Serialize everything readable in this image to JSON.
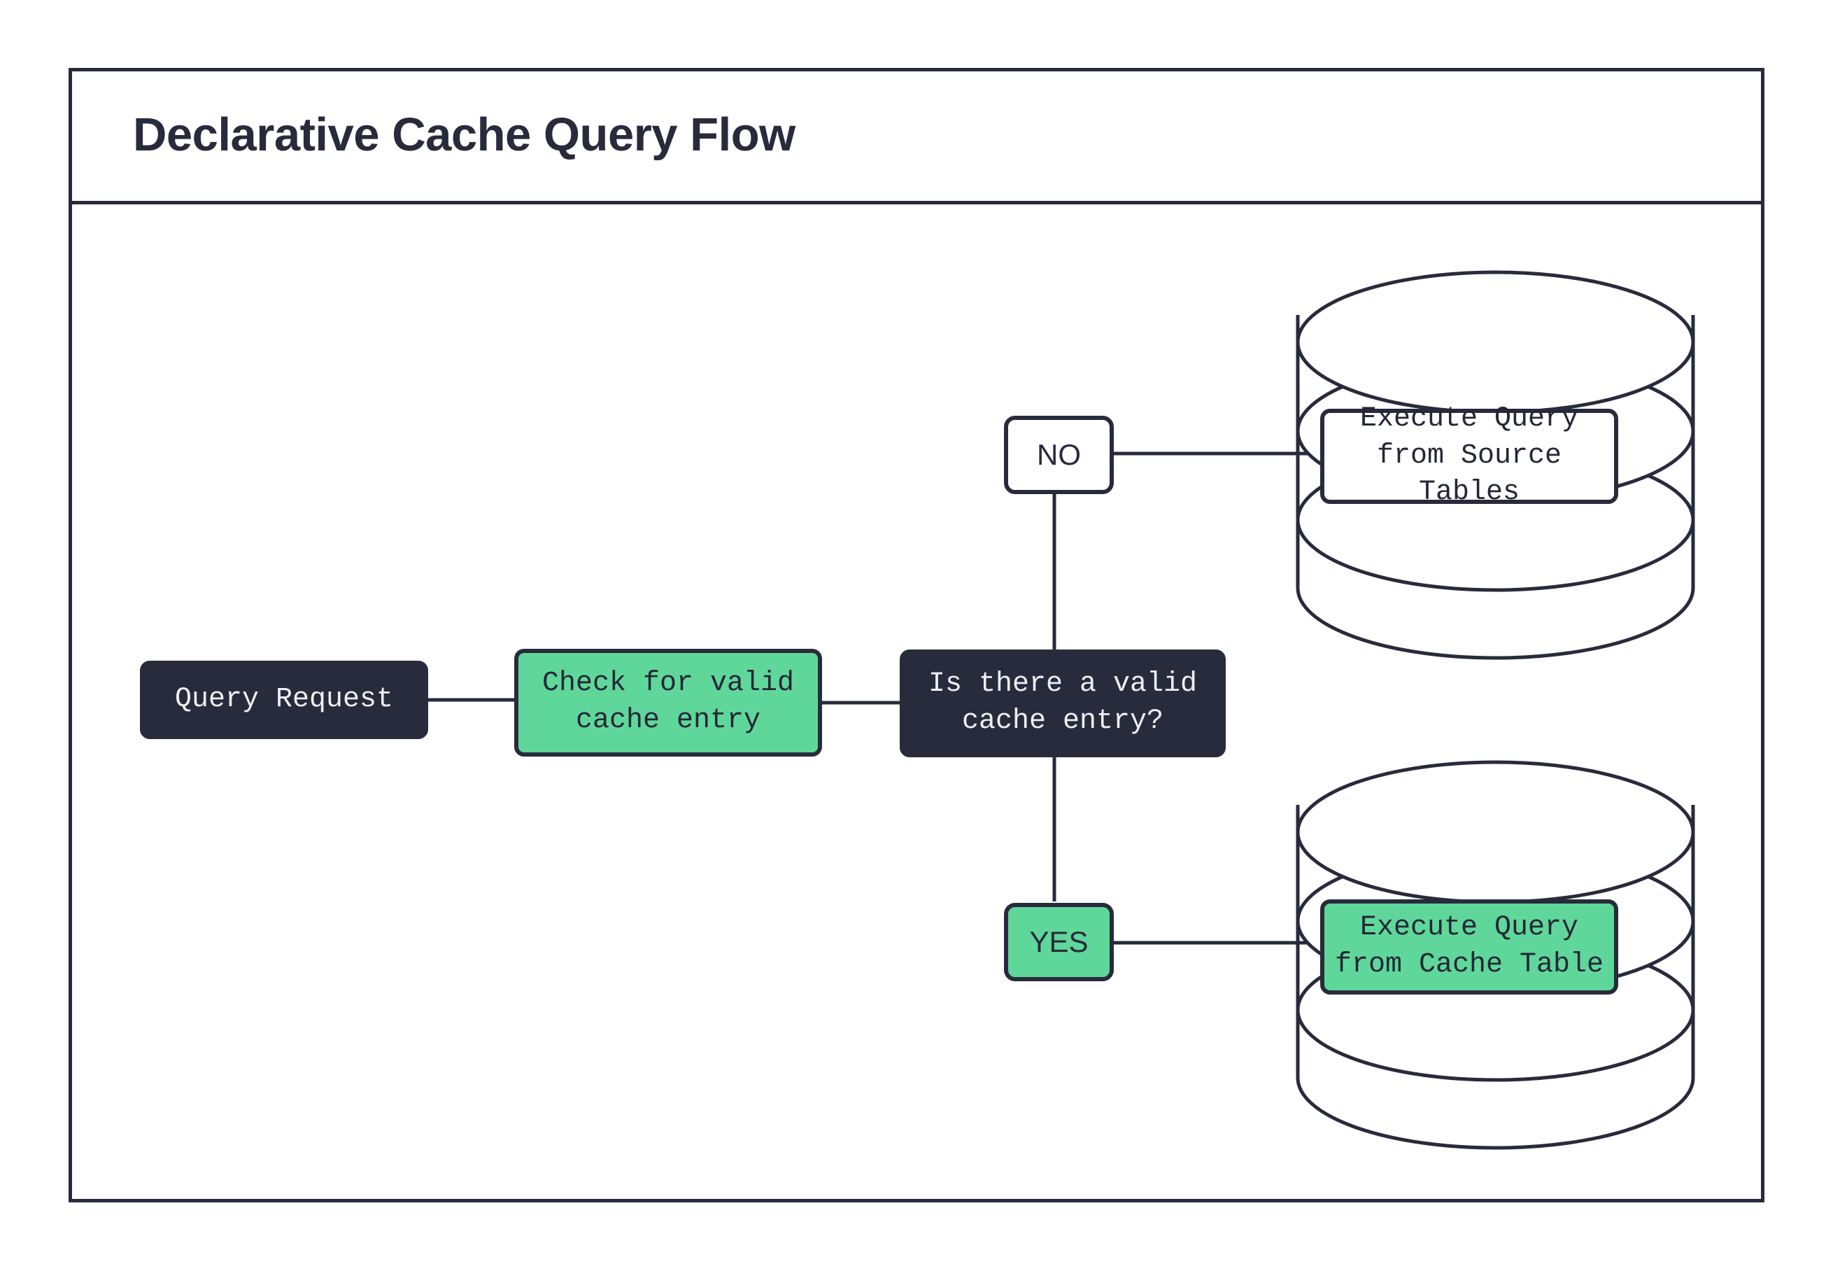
{
  "diagram": {
    "title": "Declarative Cache Query Flow",
    "colors": {
      "ink": "#272b3b",
      "accent_green": "#5fd79b",
      "dark_fill": "#272b3b",
      "light_text": "#eceff3",
      "background": "#ffffff"
    },
    "nodes": {
      "query_request": "Query Request",
      "check_cache": "Check for valid\ncache entry",
      "decision": "Is there a valid\ncache entry?",
      "branch_no": "NO",
      "branch_yes": "YES",
      "source_db_label": "Execute Query\nfrom Source Tables",
      "cache_db_label": "Execute Query\nfrom Cache Table"
    },
    "edges": [
      {
        "from": "query_request",
        "to": "check_cache",
        "label": ""
      },
      {
        "from": "check_cache",
        "to": "decision",
        "label": ""
      },
      {
        "from": "decision",
        "to": "branch_no",
        "label": ""
      },
      {
        "from": "branch_no",
        "to": "source_db_label",
        "label": ""
      },
      {
        "from": "decision",
        "to": "branch_yes",
        "label": ""
      },
      {
        "from": "branch_yes",
        "to": "cache_db_label",
        "label": ""
      }
    ],
    "shapes": {
      "source_database": "database-cylinder",
      "cache_database": "database-cylinder"
    }
  }
}
